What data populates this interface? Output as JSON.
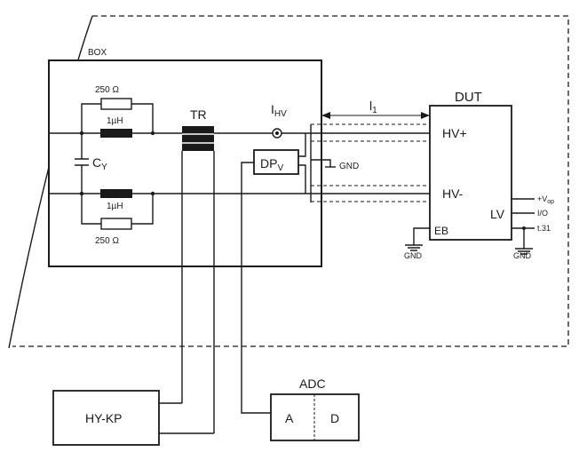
{
  "labels": {
    "box": "BOX",
    "resistor_top": "250 Ω",
    "inductor_top": "1µH",
    "inductor_bottom": "1µH",
    "resistor_bottom": "250 Ω",
    "capacitor_main": "C",
    "capacitor_sub": "Y",
    "transformer": "TR",
    "current_main": "I",
    "current_sub": "HV",
    "divider_main": "DP",
    "divider_sub": "V",
    "gnd_box": "GND",
    "distance_main": "l",
    "distance_sub": "1",
    "dut": "DUT",
    "hv_plus": "HV+",
    "hv_minus": "HV-",
    "lv": "LV",
    "eb": "EB",
    "vop_prefix": "+V",
    "vop_sub": "op",
    "io": "I/O",
    "t31": "t.31",
    "gnd_eb": "GND",
    "gnd_lv": "GND",
    "hykp": "HY-KP",
    "adc": "ADC",
    "adc_a": "A",
    "adc_d": "D"
  }
}
